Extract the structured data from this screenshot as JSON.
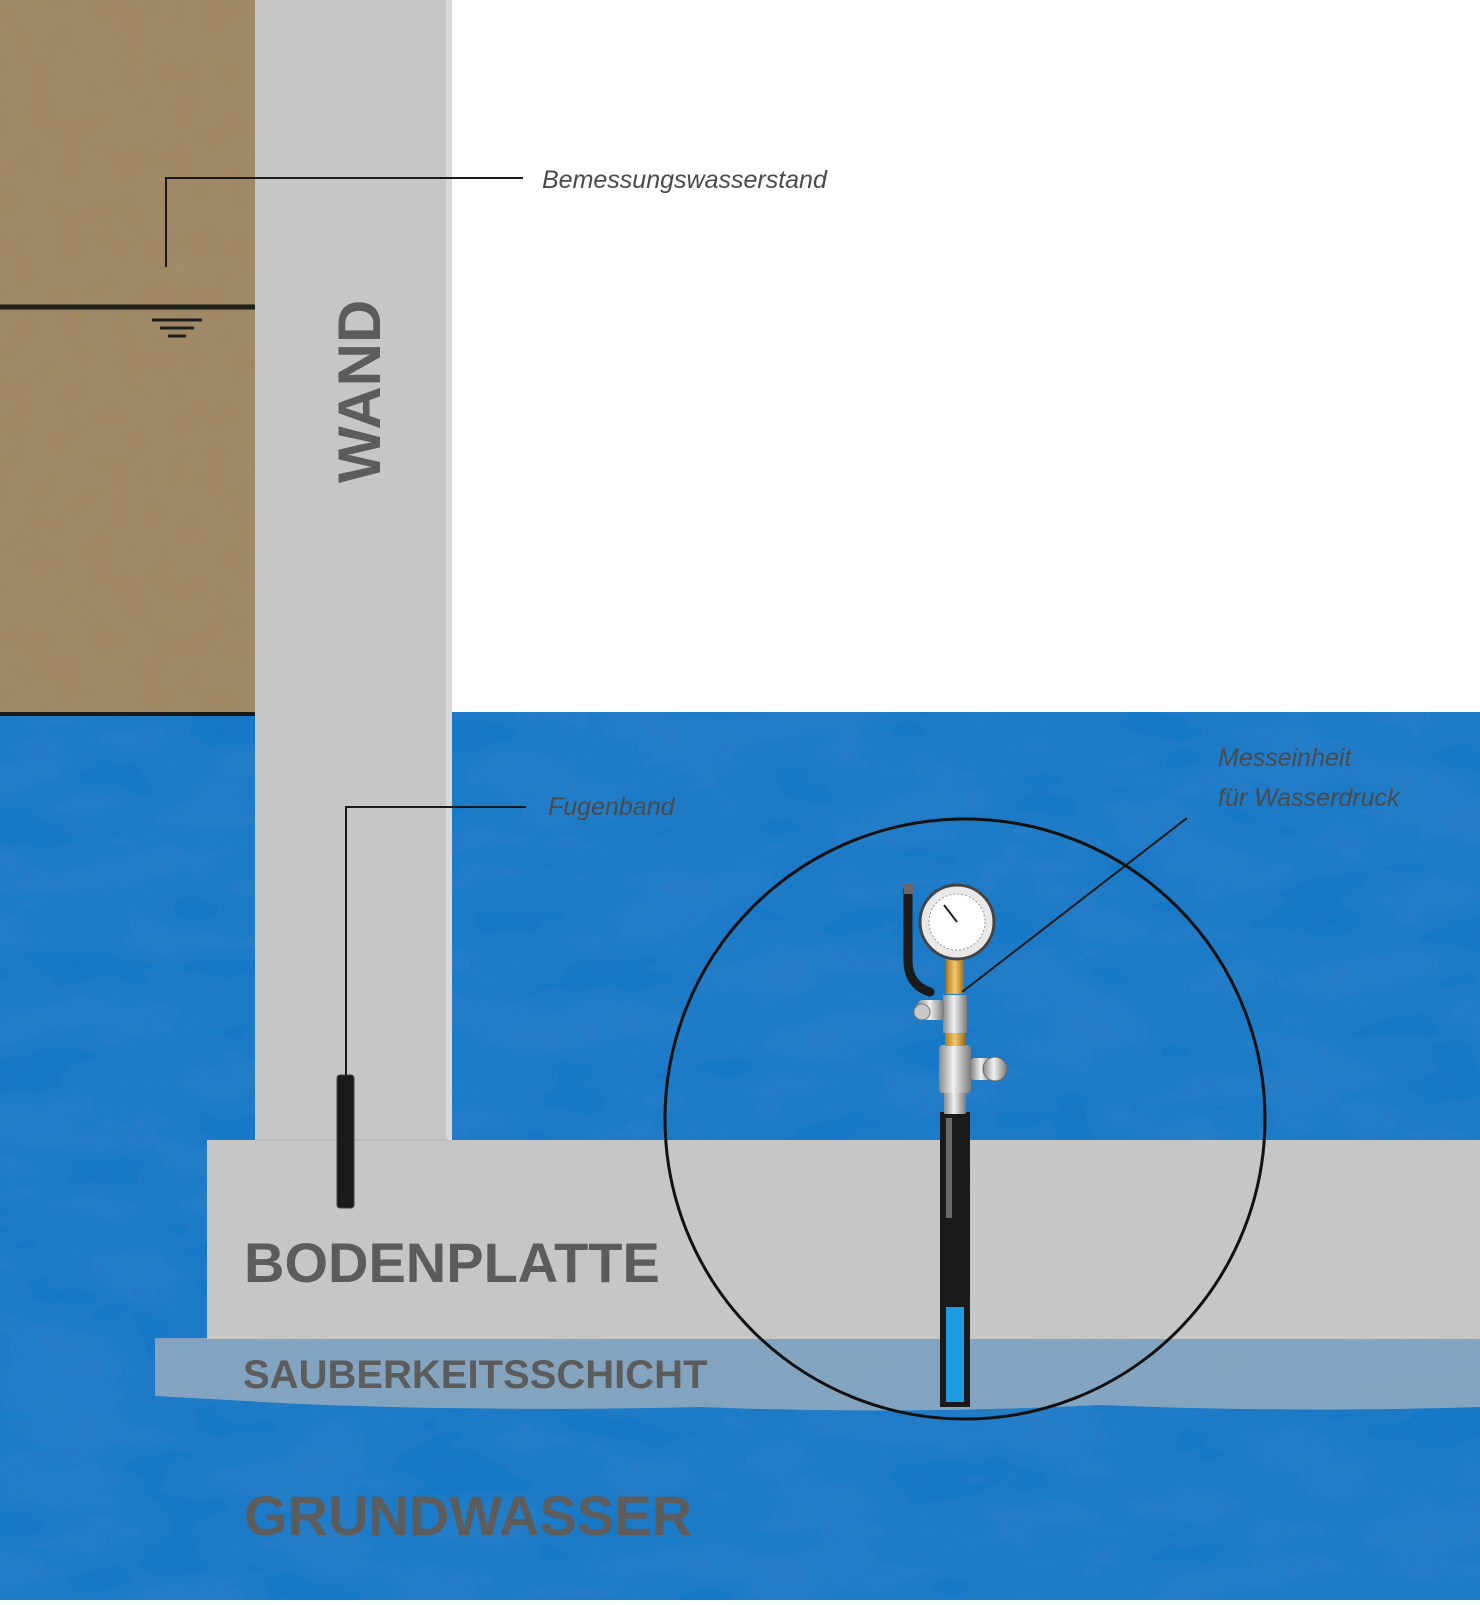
{
  "labels": {
    "design_water_level": "Bemessungswasserstand",
    "wall": "WAND",
    "waterstop": "Fugenband",
    "measuring_unit_line1": "Messeinheit",
    "measuring_unit_line2": "für Wasserdruck",
    "base_slab": "BODENPLATTE",
    "blinding_layer": "SAUBERKEITSSCHICHT",
    "groundwater": "GRUNDWASSER"
  },
  "colors": {
    "soil": "#a08760",
    "concrete": "#c9c9c9",
    "groundwater": "#1478c8",
    "blinding": "#8fa9bf",
    "gauge_water": "#1e9be0",
    "pipe": "#1a1a1a"
  }
}
